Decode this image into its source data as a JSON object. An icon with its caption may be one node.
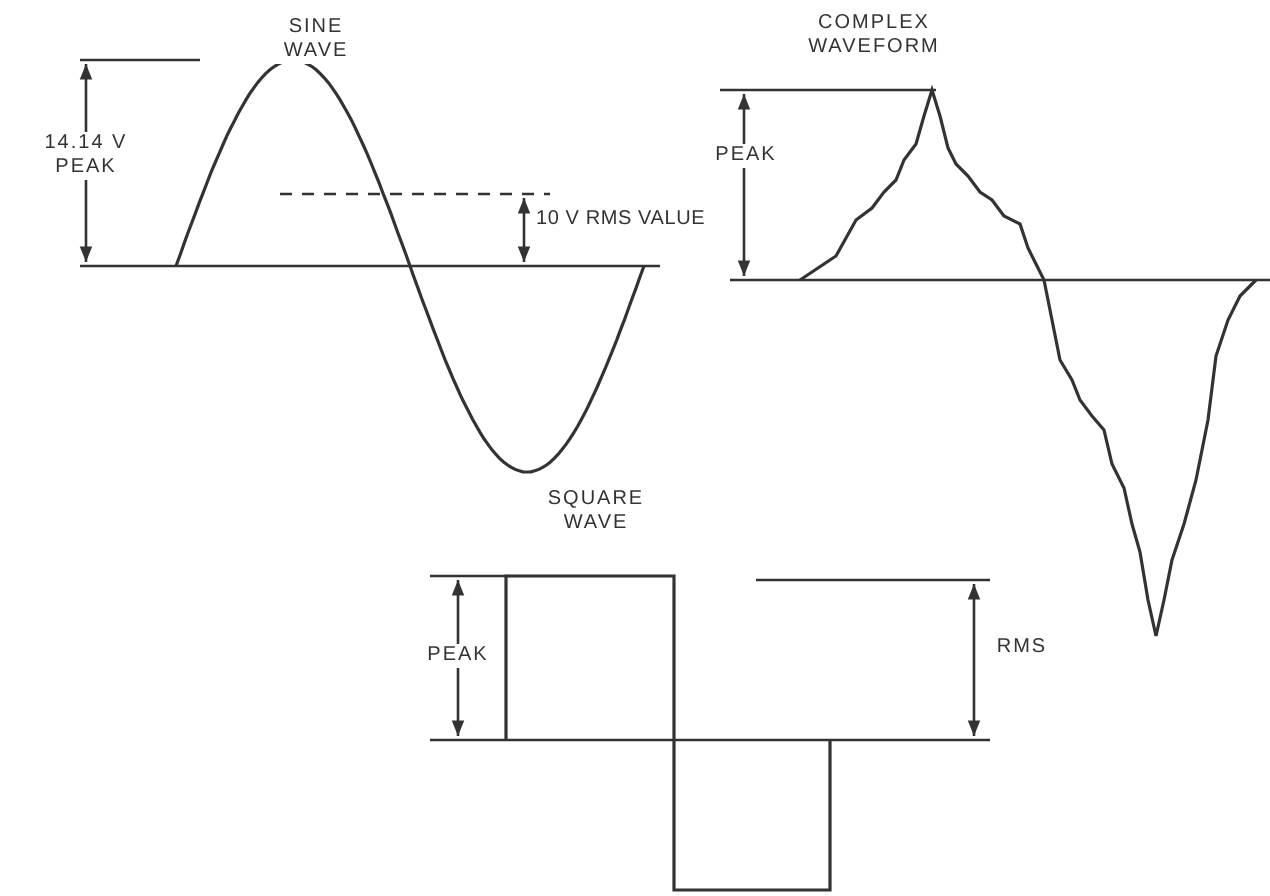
{
  "diagram": {
    "labels": [
      "SINE WAVE",
      "14.14 V PEAK",
      "10 V RMS VALUE",
      "COMPLEX WAVEFORM",
      "PEAK",
      "SQUARE WAVE",
      "PEAK",
      "RMS"
    ]
  }
}
